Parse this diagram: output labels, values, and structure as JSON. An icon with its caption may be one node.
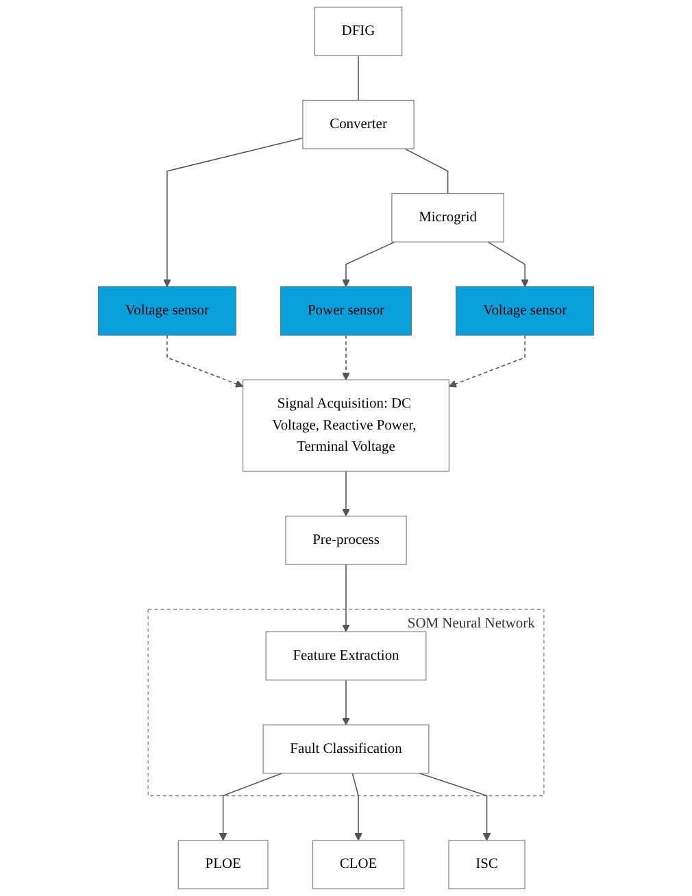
{
  "diagram": {
    "nodes": [
      {
        "text": [
          "DFIG"
        ]
      },
      {
        "text": [
          "Converter"
        ]
      },
      {
        "text": [
          "Microgrid"
        ]
      },
      {
        "text": [
          "Voltage sensor"
        ]
      },
      {
        "text": [
          "Power sensor"
        ]
      },
      {
        "text": [
          "Voltage sensor"
        ]
      },
      {
        "text": [
          "Signal Acquisition: DC Voltage, Reactive Power, Terminal Voltage"
        ]
      },
      {
        "text": [
          "Pre-process"
        ]
      },
      {
        "text": [
          "SOM Neural Network"
        ]
      },
      {
        "text": [
          "Feature Extraction"
        ],
        "in": 8
      },
      {
        "text": [
          "Fault Classification"
        ],
        "in": 8
      },
      {
        "text": [
          "PLOE"
        ]
      },
      {
        "text": [
          "CLOE"
        ]
      },
      {
        "text": [
          "ISC"
        ]
      }
    ],
    "edges": [
      {
        "from": 0,
        "to": 1,
        "arrow": "none"
      },
      {
        "from": 1,
        "to": 2,
        "arrow": "none"
      },
      {
        "from": 1,
        "to": 3,
        "arrow": "to"
      },
      {
        "from": 2,
        "to": 4,
        "arrow": "to"
      },
      {
        "from": 2,
        "to": 5,
        "arrow": "to"
      },
      {
        "from": 3,
        "to": 6,
        "arrow": "to",
        "style": "dashed"
      },
      {
        "from": 4,
        "to": 6,
        "arrow": "to",
        "style": "dashed"
      },
      {
        "from": 5,
        "to": 6,
        "arrow": "to",
        "style": "dashed"
      },
      {
        "from": 6,
        "to": 7,
        "arrow": "to"
      },
      {
        "from": 7,
        "to": 9,
        "arrow": "to"
      },
      {
        "from": 9,
        "to": 10,
        "arrow": "to"
      },
      {
        "from": 10,
        "to": 11,
        "arrow": "to"
      },
      {
        "from": 10,
        "to": 12,
        "arrow": "to"
      },
      {
        "from": 10,
        "to": 13,
        "arrow": "to"
      }
    ]
  }
}
